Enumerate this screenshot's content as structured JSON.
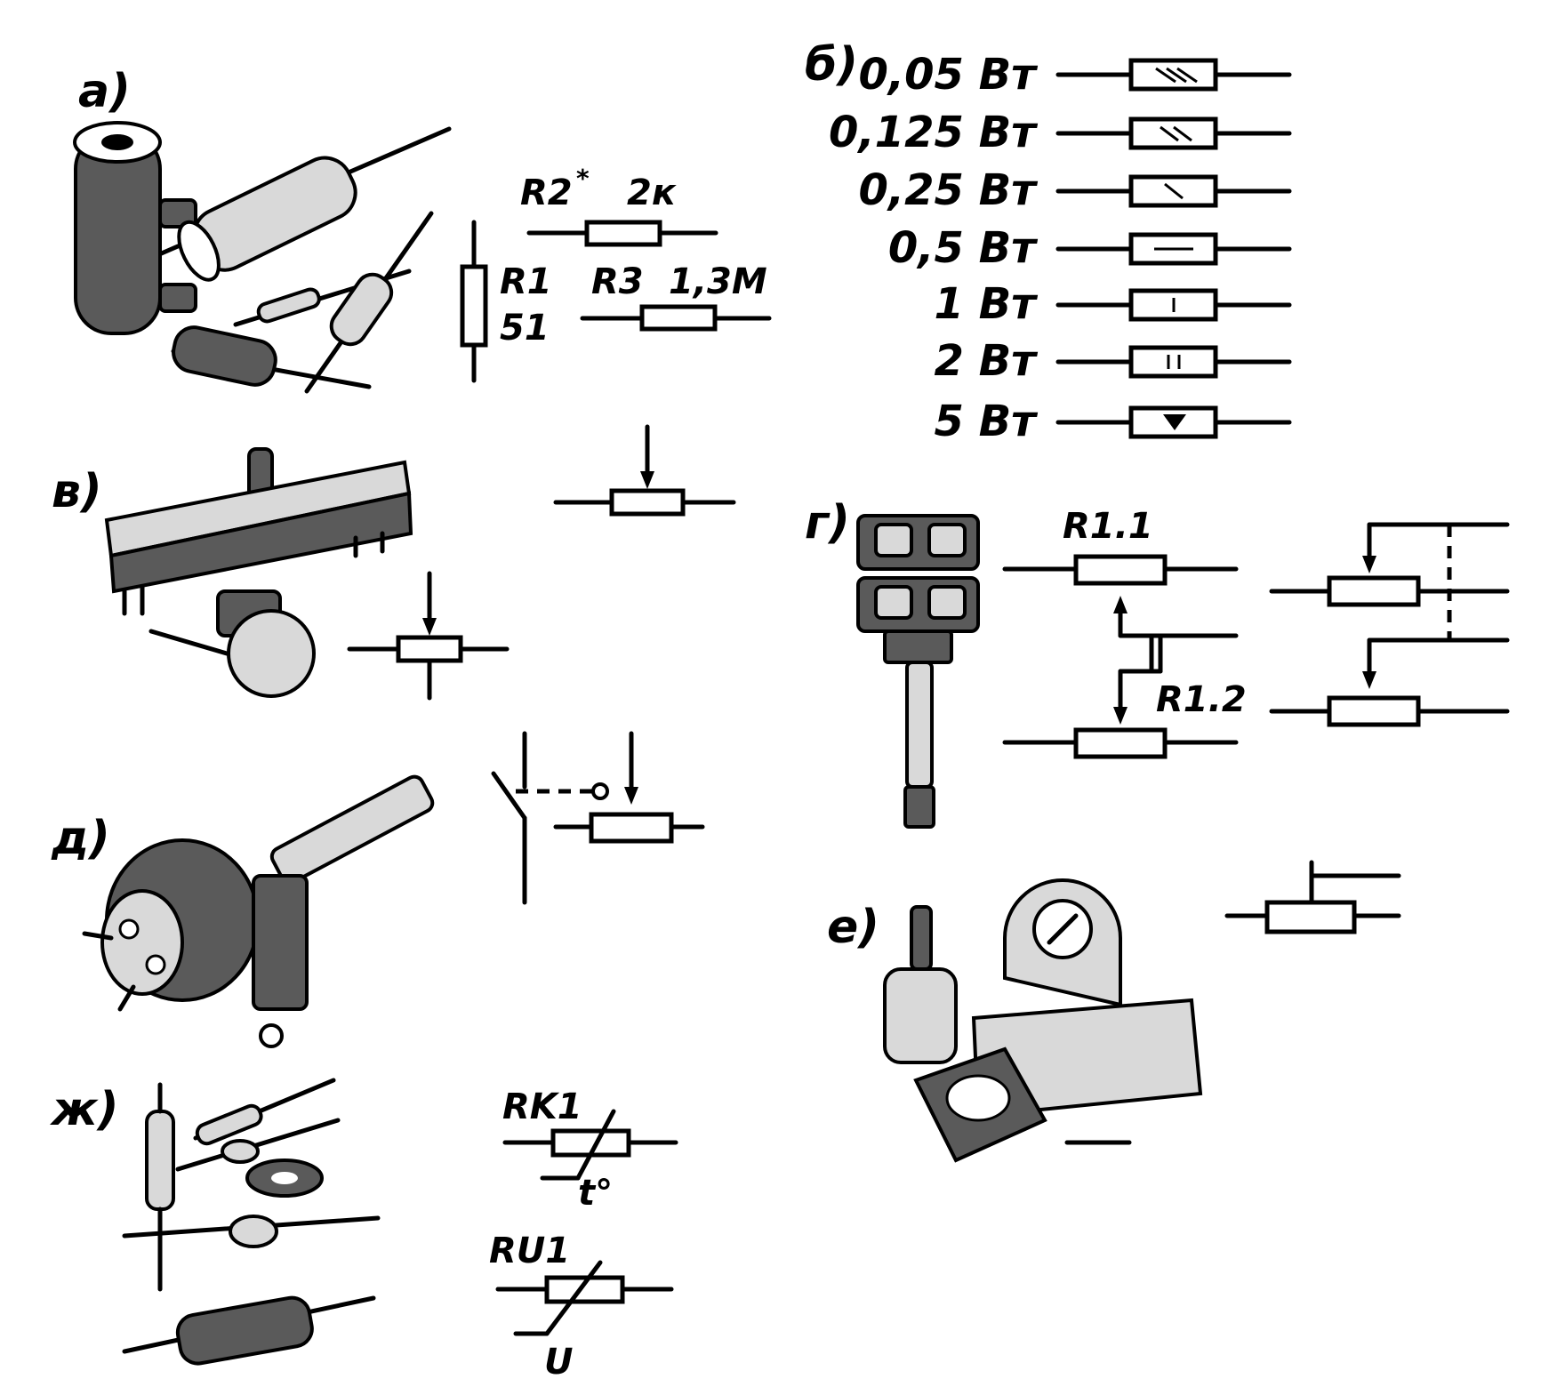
{
  "sections": {
    "a": "а)",
    "b": "б)",
    "v": "в)",
    "g": "г)",
    "d": "д)",
    "e": "е)",
    "zh": "ж)"
  },
  "resistors": {
    "r1": "R1",
    "r1_value": "51",
    "r2": "R2",
    "r2_star": "*",
    "r2_value": "2к",
    "r3": "R3",
    "r3_value": "1,3М"
  },
  "power_ratings": [
    "0,05 Вт",
    "0,125 Вт",
    "0,25 Вт",
    "0,5 Вт",
    "1 Вт",
    "2 Вт",
    "5 Вт"
  ],
  "dual_pot": {
    "r11": "R1.1",
    "r12": "R1.2"
  },
  "thermistor": {
    "label": "RK1",
    "sub": "t°"
  },
  "varistor": {
    "label": "RU1",
    "sub": "U"
  }
}
